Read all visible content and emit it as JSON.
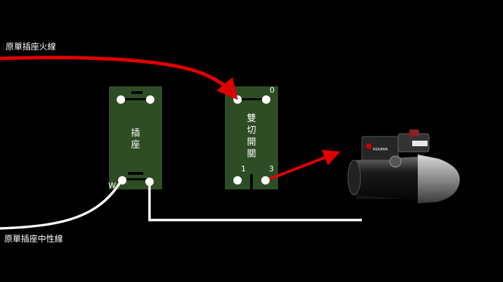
{
  "labels": {
    "live_wire": "原單插座火線",
    "neutral_wire": "原單插座中性線"
  },
  "socket": {
    "label_chars": [
      "插",
      "座"
    ],
    "terminal_mark": "W"
  },
  "switch": {
    "label_chars": [
      "雙",
      "切",
      "開",
      "關"
    ],
    "terminal_0": "0",
    "terminal_1": "1",
    "terminal_3": "3"
  },
  "pump": {
    "brand_text": "KEKAWA"
  },
  "colors": {
    "board_fill": "#2e4d25",
    "live_wire": "#e00000",
    "neutral_wire": "#ffffff",
    "background": "#000000"
  }
}
